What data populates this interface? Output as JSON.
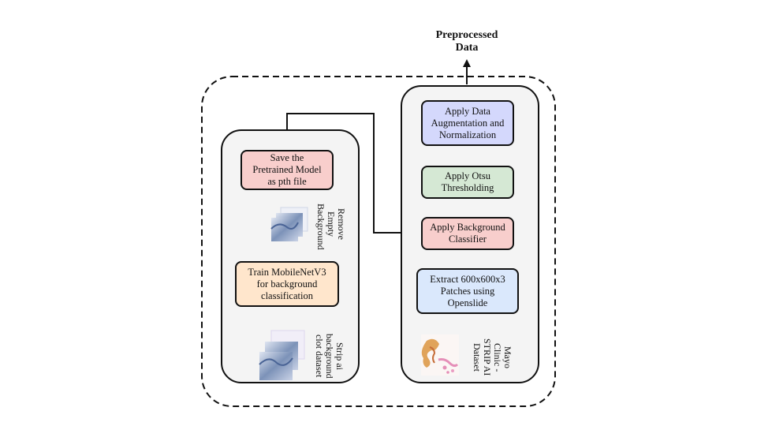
{
  "output_label": "Preprocessed\nData",
  "left_column": {
    "save_model": "Save the\nPretrained Model\nas pth file",
    "remove_empty": "Remove\nEmpty\nBackground",
    "train_model": "Train MobileNetV3\nfor background\nclassification",
    "dataset_label": "Strip ai\nbackground\nclot dataset"
  },
  "right_column": {
    "augmentation": "Apply Data\nAugmentation and\nNormalization",
    "otsu": "Apply Otsu\nThresholding",
    "bg_classifier": "Apply Background\nClassifier",
    "extract_patches": "Extract 600x600x3\nPatches using\nOpenslide",
    "dataset_label": "Mayo\nClinic -\nSTRIP AI\nDataset"
  },
  "colors": {
    "pink": "#f8cecc",
    "orange": "#ffe6cc",
    "green": "#d5e8d4",
    "blue": "#dae8fc",
    "lavender": "#d4d8fc",
    "panel": "#f4f4f4"
  }
}
